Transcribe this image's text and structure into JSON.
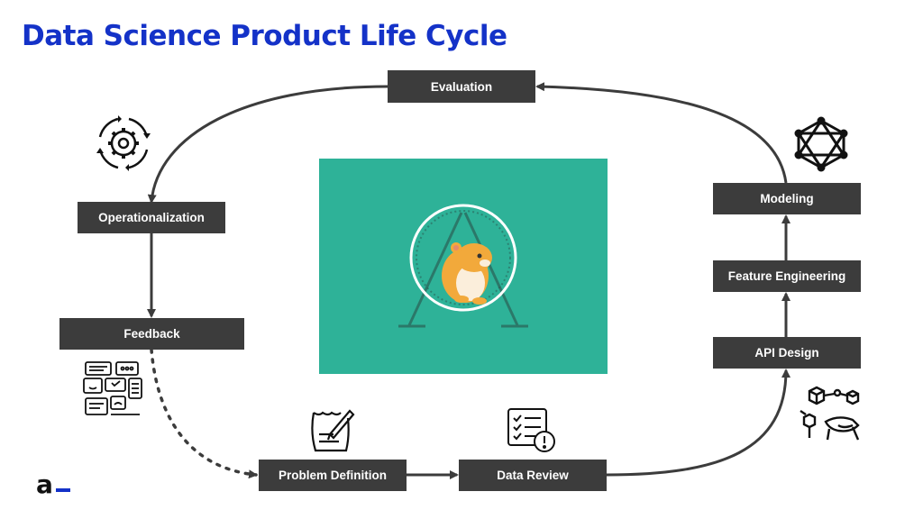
{
  "title": "Data Science Product Life Cycle",
  "stages": {
    "evaluation": "Evaluation",
    "operationalization": "Operationalization",
    "feedback": "Feedback",
    "problem_definition": "Problem Definition",
    "data_review": "Data Review",
    "api_design": "API Design",
    "feature_engineering": "Feature Engineering",
    "modeling": "Modeling"
  },
  "logo": {
    "letter": "a"
  },
  "colors": {
    "title": "#1432c8",
    "box": "#3c3c3c",
    "panel": "#2eb298",
    "arrow": "#3c3c3c"
  },
  "icons": [
    "gear-cycle-icon",
    "chat-feedback-icon",
    "notebook-pen-icon",
    "checklist-alert-icon",
    "network-nodes-icon",
    "cubes-vr-icon",
    "hamster-wheel-icon"
  ]
}
